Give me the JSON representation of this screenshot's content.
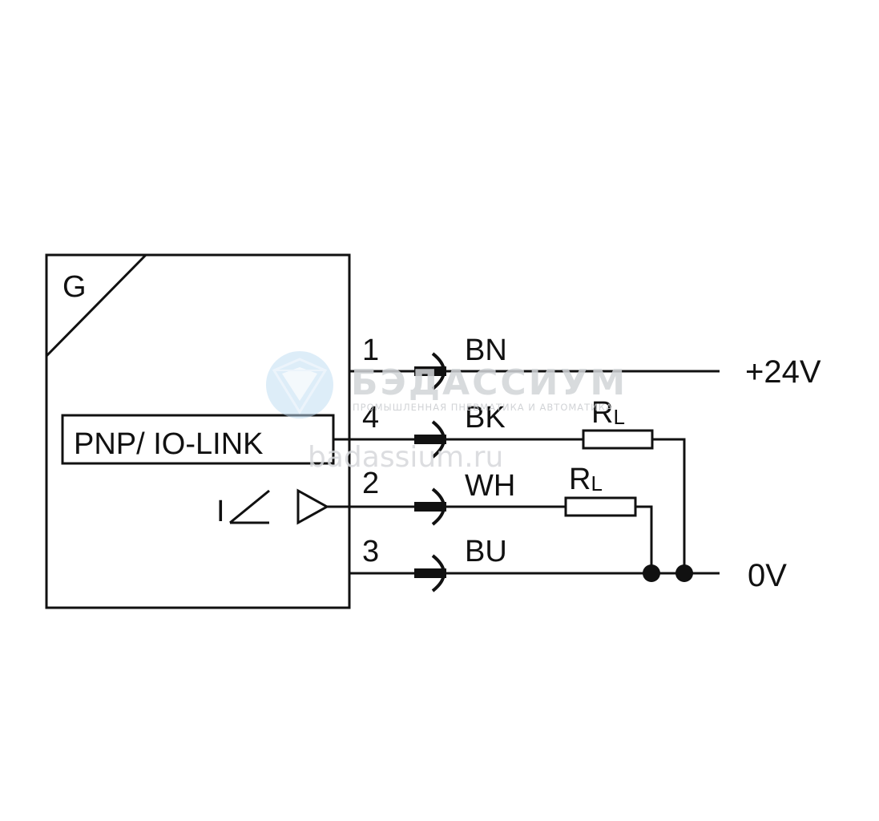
{
  "device": {
    "corner_label": "G",
    "output_box_label": "PNP/ IO-LINK",
    "analog_symbol": "I"
  },
  "pins": [
    {
      "number": "1",
      "wire": "BN"
    },
    {
      "number": "4",
      "wire": "BK"
    },
    {
      "number": "2",
      "wire": "WH"
    },
    {
      "number": "3",
      "wire": "BU"
    }
  ],
  "loads": {
    "load_a": {
      "symbol": "R",
      "subscript": "L"
    },
    "load_b": {
      "symbol": "R",
      "subscript": "L"
    }
  },
  "supply": {
    "positive": "+24V",
    "ground": "0V"
  },
  "watermark": {
    "brand": "БЭДАССИУМ",
    "tagline": "ПРОМЫШЛЕННАЯ ПНЕВМАТИКА И АВТОМАТИКА",
    "url": "badassium.ru"
  },
  "colors": {
    "line": "#111111",
    "background": "#ffffff",
    "watermark_icon": "#a9cdeb"
  }
}
